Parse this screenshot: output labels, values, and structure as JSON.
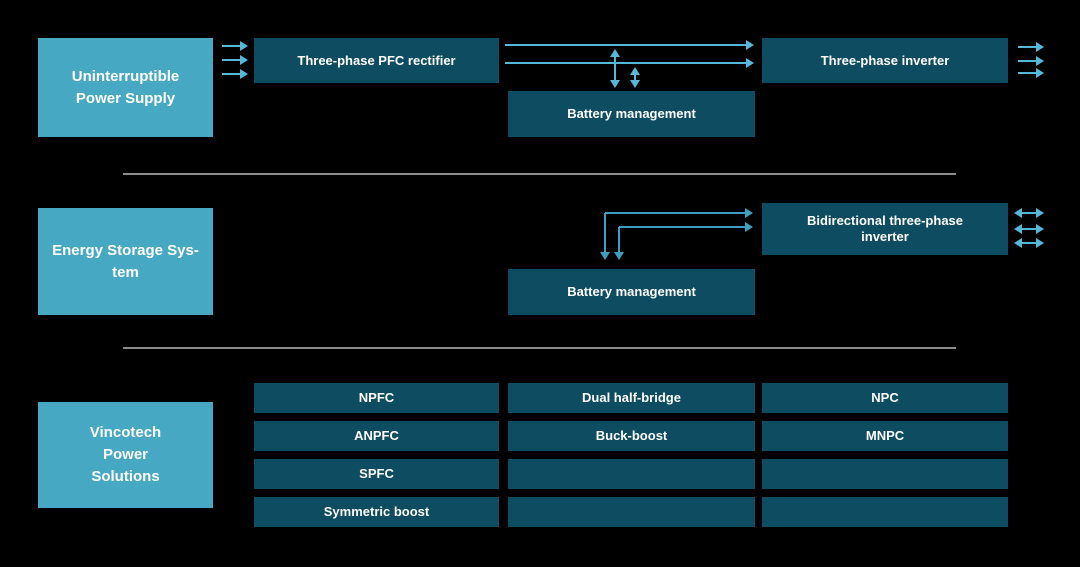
{
  "theme": {
    "c-bg": "#000000",
    "c-box": "#0d4c61",
    "c-label": "#47a8c4",
    "c-arrow": "#56b8d9",
    "c-arrow2": "#3d9ec0",
    "c-divider": "#8b8b8b",
    "c-text": "#ffffff"
  },
  "ups": {
    "label": "Uninterruptible Power Supply",
    "rectifier": "Three-phase PFC rectifier",
    "battery": "Battery management",
    "inverter": "Three-phase inverter"
  },
  "ess": {
    "label_lines": [
      "Energy Storage Sys-",
      "tem"
    ],
    "battery": "Battery management",
    "inverter_lines": [
      "Bidirectional three-phase",
      "inverter"
    ]
  },
  "solutions": {
    "label_lines": [
      "Vincotech",
      "Power",
      "Solutions"
    ],
    "col1": [
      "NPFC",
      "ANPFC",
      "SPFC",
      "Symmetric boost"
    ],
    "col2": [
      "Dual half-bridge",
      "Buck-boost",
      "",
      ""
    ],
    "col3": [
      "NPC",
      "MNPC",
      "",
      ""
    ]
  },
  "icons": {
    "arrow-right-icon": "triangle-right",
    "arrow-double-horizontal-icon": "triangle-both-ends",
    "arrow-double-vertical-icon": "triangle-up-down",
    "arrow-elbow-icon": "right-angle-line-right-and-down-tips"
  }
}
